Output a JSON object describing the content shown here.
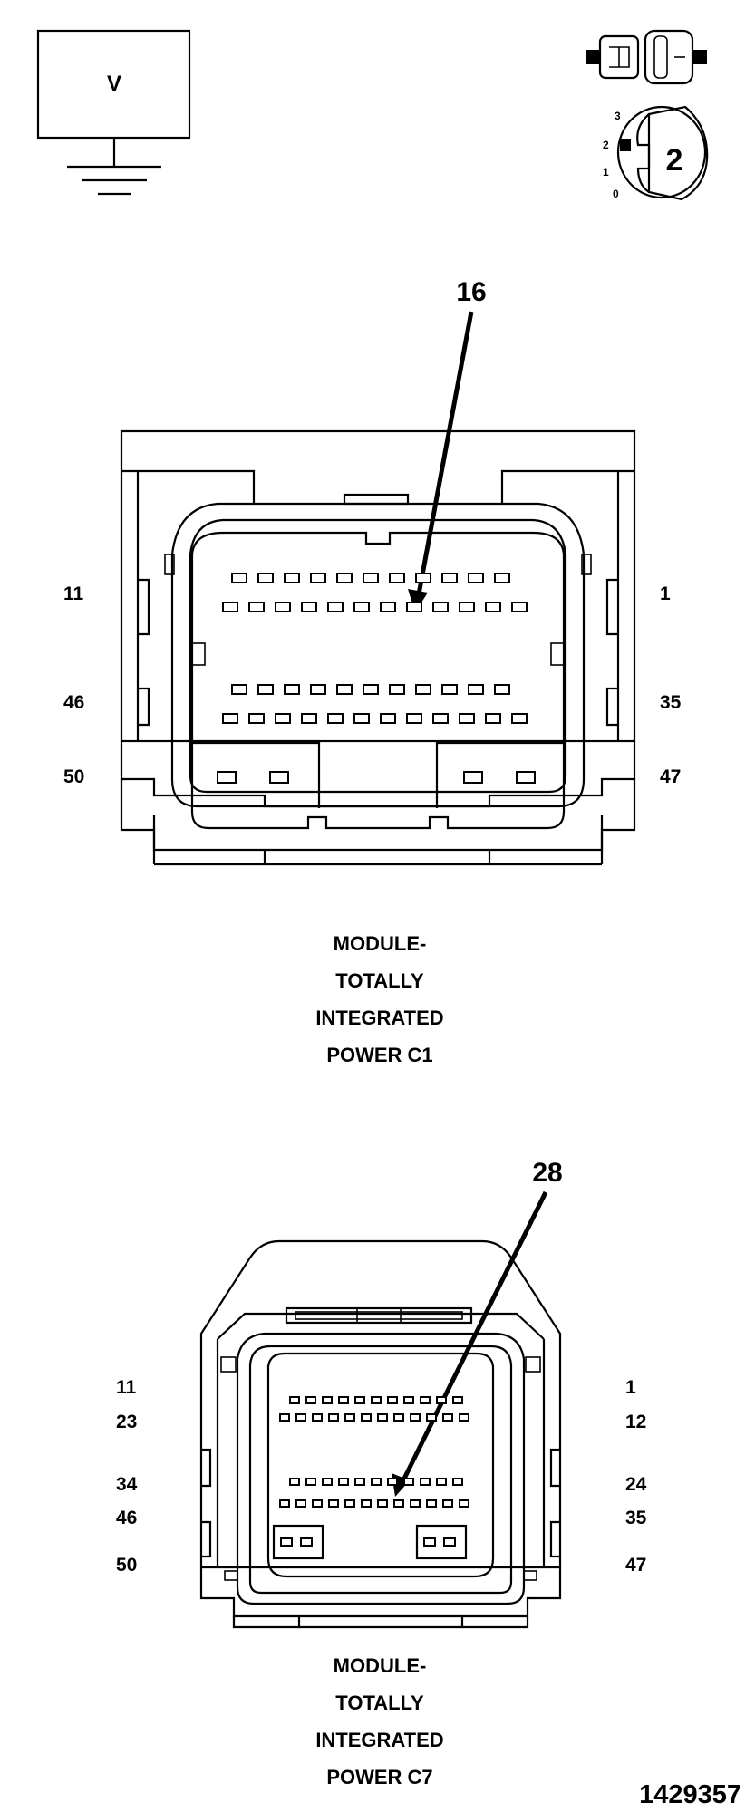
{
  "meter": {
    "label": "V"
  },
  "ignition": {
    "positions": [
      "3",
      "2",
      "1",
      "0"
    ],
    "key_label": "2"
  },
  "connectors": [
    {
      "callout": "16",
      "pins_left": [
        "11",
        "46",
        "50"
      ],
      "pins_right": [
        "1",
        "35",
        "47"
      ],
      "caption": [
        "MODULE-",
        "TOTALLY",
        "INTEGRATED",
        "POWER C1"
      ]
    },
    {
      "callout": "28",
      "pins_left": [
        "11",
        "23",
        "34",
        "46",
        "50"
      ],
      "pins_right": [
        "1",
        "12",
        "24",
        "35",
        "47"
      ],
      "caption": [
        "MODULE-",
        "TOTALLY",
        "INTEGRATED",
        "POWER C7"
      ]
    }
  ],
  "figure_id": "1429357",
  "colors": {
    "ink": "#000000",
    "paper": "#ffffff"
  }
}
